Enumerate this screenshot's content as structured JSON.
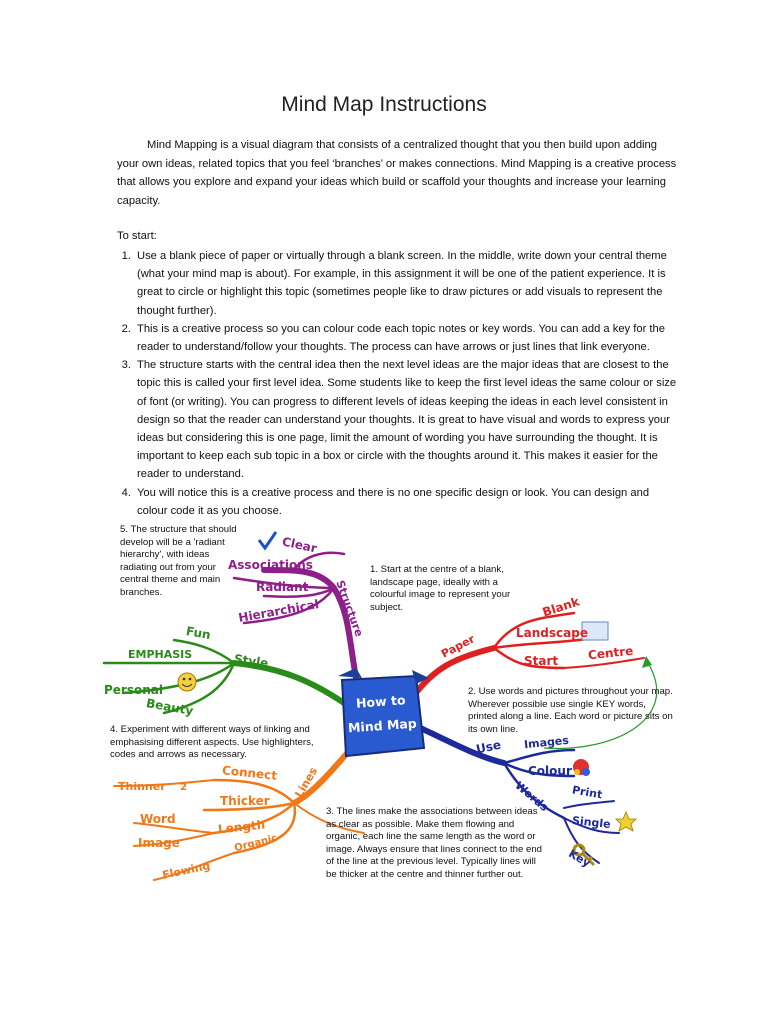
{
  "doc": {
    "title": "Mind Map Instructions",
    "intro": "Mind Mapping is a visual diagram that consists of a centralized thought that you then build upon adding your own ideas, related topics that you feel ‘branches’ or makes connections. Mind Mapping is a creative process that allows you explore and expand your ideas which build or scaffold your thoughts and increase your learning capacity.",
    "start_label": "To start:",
    "steps": [
      {
        "num": "1.",
        "text": "Use a blank piece of paper or virtually through a blank screen. In the middle, write down your central theme (what your mind map is about). For example, in this assignment it will be one of the patient experience.  It is great to circle or highlight this topic (sometimes people like to draw pictures or add visuals to represent the thought further)."
      },
      {
        "num": "2.",
        "text": "This is a creative process so you can colour code each topic notes or key words.  You can add a key for the reader to understand/follow your thoughts.  The process can have arrows or just lines that link everyone."
      },
      {
        "num": "3.",
        "text": "The structure starts with the central idea then the next level ideas are the major ideas that are closest to the topic this is called your first level idea.  Some students like to keep the first level ideas the same colour or size of font (or writing).  You can progress to different levels of ideas keeping the ideas in each level consistent in design so that the reader can understand your thoughts.  It is great to have visual and words to express your ideas but considering this is one page, limit the amount of wording you have surrounding the thought.  It is important to keep each sub topic in a box or circle with the thoughts around it. This makes it easier for the reader to understand."
      },
      {
        "num": "4.",
        "text": "You will notice this is a creative process and there is no one specific design or look.  You can design and colour code it as you choose."
      }
    ]
  },
  "mindmap": {
    "center": [
      "How to",
      "Mind Map"
    ],
    "notes": {
      "n1": "1. Start at the centre of a blank, landscape page, ideally with a colourful image to represent your subject.",
      "n2": "2. Use words and pictures throughout your map. Wherever possible use single KEY words, printed along a line. Each word or picture sits on its own line.",
      "n3": "3. The lines make the associations between ideas as clear as possible. Make them flowing and organic, each line the same length as the word or image. Always ensure that lines connect to the end of the line at the previous level. Typically lines will be thicker at the centre and thinner further out.",
      "n4": "4. Experiment with different ways of linking and emphasising different aspects. Use highlighters, codes and arrows as necessary.",
      "n5": "5. The structure that should develop will be a 'radiant hierarchy', with ideas radiating out from your central theme and main branches."
    },
    "branches": {
      "structure": {
        "label": "Structure",
        "color": "#8e1f8a",
        "children": [
          "Clear",
          "Associations",
          "Radiant",
          "Hierarchical"
        ]
      },
      "paper": {
        "label": "Paper",
        "color": "#e02020",
        "children": [
          "Blank",
          "Landscape",
          "Centre",
          "Start"
        ]
      },
      "use": {
        "label": "Use",
        "color": "#1e2a9a",
        "children": [
          "Images",
          "Colour",
          "Words",
          "Print",
          "Single",
          "Key"
        ]
      },
      "lines": {
        "label": "Lines",
        "color": "#f07818",
        "children": [
          "Connect",
          "Thicker",
          "Thinner",
          "2",
          "Length",
          "Word",
          "Image",
          "Organic",
          "Flowing"
        ]
      },
      "style": {
        "label": "Style",
        "color": "#2a8a1a",
        "children": [
          "Fun",
          "EMPHASIS",
          "Personal",
          "Beauty"
        ]
      }
    },
    "icons": [
      "check-icon",
      "smiley-icon",
      "palette-icon",
      "star-icon",
      "key-icon",
      "rectangle-icon"
    ]
  }
}
